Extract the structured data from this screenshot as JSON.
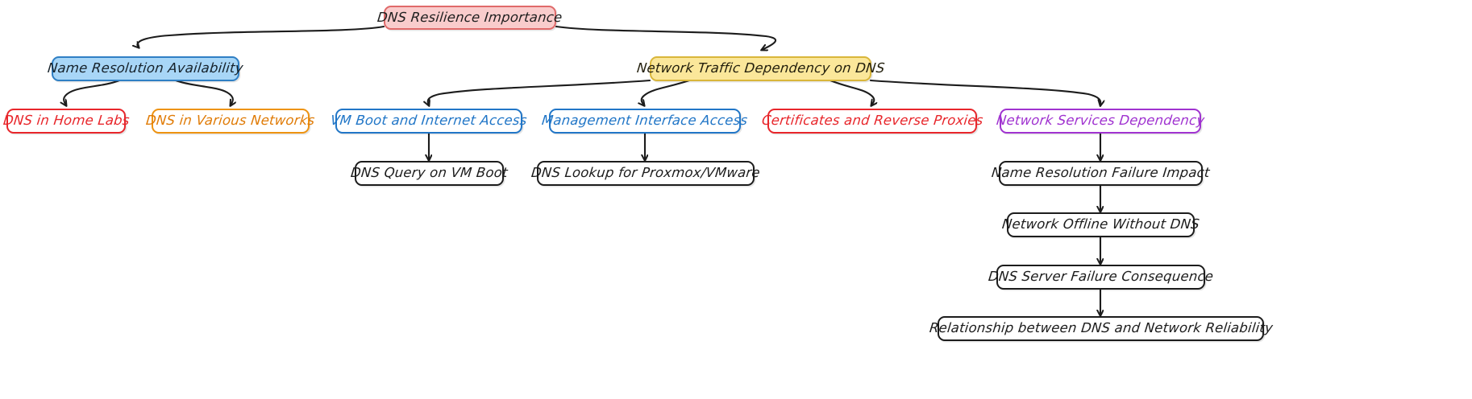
{
  "diagram": {
    "title": "DNS Resilience Importance",
    "type": "flowchart",
    "direction": "top-down",
    "style": "hand-drawn",
    "palette": {
      "root_fill": "#f9cccc",
      "root_stroke": "#e06a6a",
      "blue_fill": "#a8d6f7",
      "blue_stroke": "#2f7fc4",
      "yellow_fill": "#fbe79a",
      "yellow_stroke": "#d9b63a",
      "red_stroke": "#e8262b",
      "orange_stroke": "#ee9311",
      "blue_outline_stroke": "#2176c7",
      "purple_stroke": "#a033d0",
      "plain_stroke": "#1c1c1c",
      "edge_stroke": "#1c1c1c",
      "background": "#ffffff"
    },
    "nodes": {
      "root": "DNS Resilience Importance",
      "name_resolution": "Name Resolution Availability",
      "network_traffic": "Network Traffic Dependency on DNS",
      "home_labs": "DNS in Home Labs",
      "various_networks": "DNS in Various Networks",
      "vm_boot": "VM Boot and Internet Access",
      "mgmt_interface": "Management Interface Access",
      "certificates": "Certificates and Reverse Proxies",
      "net_services": "Network Services Dependency",
      "dns_query_vm": "DNS Query on VM Boot",
      "dns_lookup_proxmox": "DNS Lookup for Proxmox/VMware",
      "failure_impact": "Name Resolution Failure Impact",
      "network_offline": "Network Offline Without DNS",
      "server_failure": "DNS Server Failure Consequence",
      "relationship": "Relationship between DNS and Network Reliability"
    },
    "edges": [
      {
        "from": "root",
        "to": "name_resolution"
      },
      {
        "from": "root",
        "to": "network_traffic"
      },
      {
        "from": "name_resolution",
        "to": "home_labs"
      },
      {
        "from": "name_resolution",
        "to": "various_networks"
      },
      {
        "from": "network_traffic",
        "to": "vm_boot"
      },
      {
        "from": "network_traffic",
        "to": "mgmt_interface"
      },
      {
        "from": "network_traffic",
        "to": "certificates"
      },
      {
        "from": "network_traffic",
        "to": "net_services"
      },
      {
        "from": "vm_boot",
        "to": "dns_query_vm"
      },
      {
        "from": "mgmt_interface",
        "to": "dns_lookup_proxmox"
      },
      {
        "from": "net_services",
        "to": "failure_impact"
      },
      {
        "from": "failure_impact",
        "to": "network_offline"
      },
      {
        "from": "network_offline",
        "to": "server_failure"
      },
      {
        "from": "server_failure",
        "to": "relationship"
      }
    ]
  }
}
